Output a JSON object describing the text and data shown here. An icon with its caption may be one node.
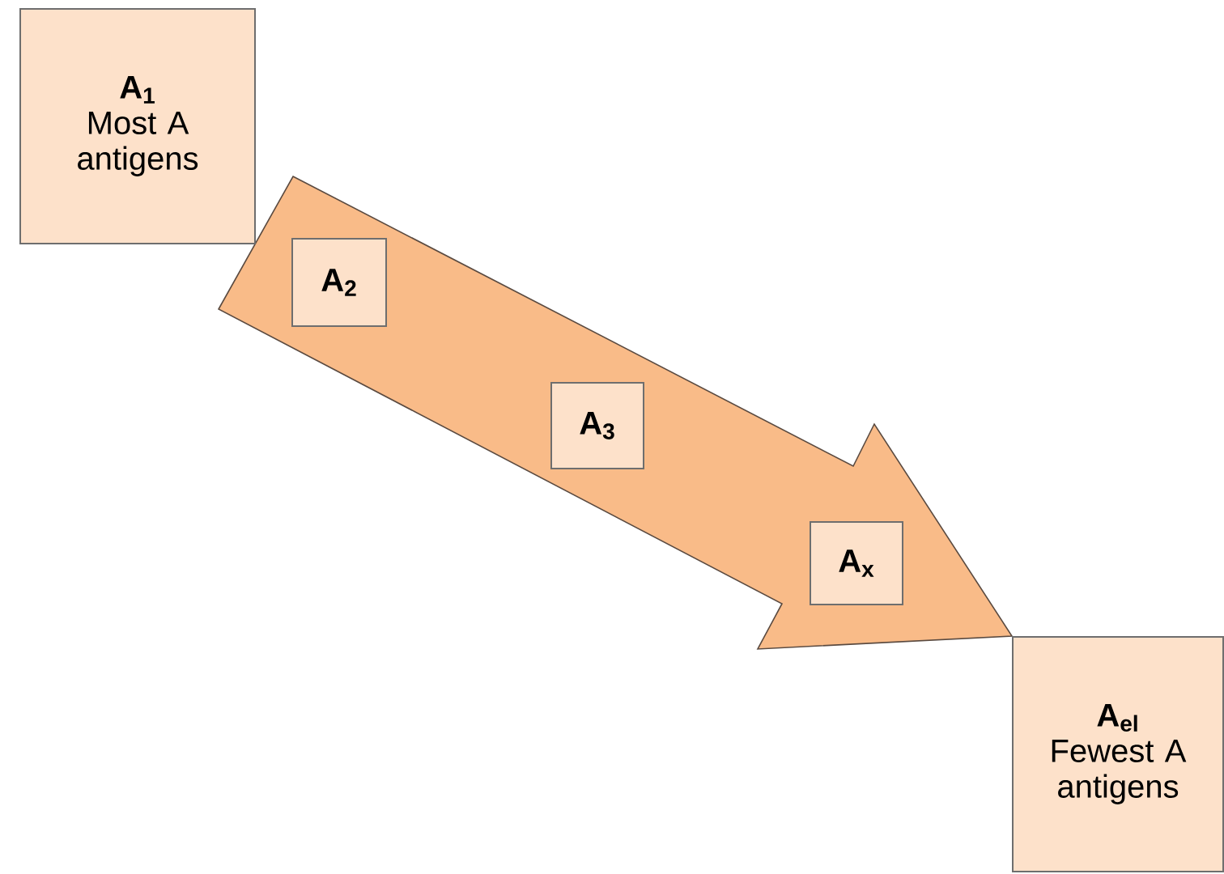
{
  "diagram": {
    "nodes": [
      {
        "text": [
          "A$_{1}$",
          "Most A antigens"
        ]
      },
      {
        "text": [
          "A$_{2}$"
        ]
      },
      {
        "text": [
          "A$_{3}$"
        ]
      },
      {
        "text": [
          "A$_{x}$"
        ]
      },
      {
        "text": [
          "A$_{el}$",
          "Fewest A antigens"
        ]
      }
    ],
    "edges": [
      {
        "from": 0,
        "to": 4,
        "arrow": "to",
        "style": "thick"
      }
    ]
  }
}
